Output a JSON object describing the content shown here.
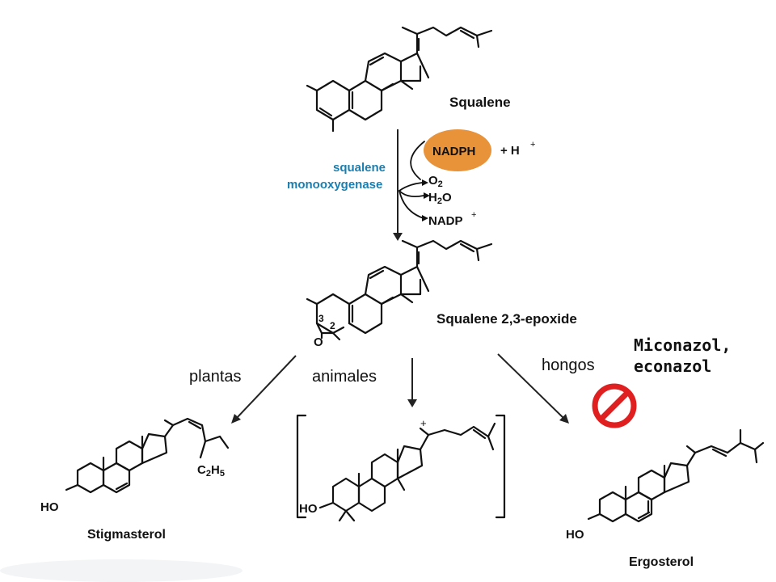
{
  "molecules": {
    "squalene": "Squalene",
    "epoxide": "Squalene 2,3-epoxide",
    "stigmasterol": "Stigmasterol",
    "ergosterol": "Ergosterol"
  },
  "reaction": {
    "enzyme_line1": "squalene",
    "enzyme_line2": "monooxygenase",
    "cofactor": "NADPH",
    "proton": "+ H",
    "proton_charge": "+",
    "oxygen": "O",
    "oxygen_sub": "2",
    "water_h": "H",
    "water_sub": "2",
    "water_o": "O",
    "nadp": "NADP",
    "nadp_charge": "+"
  },
  "atoms": {
    "epoxide_o": "O",
    "c3": "3",
    "c2": "2",
    "ho": "HO",
    "ethyl_c": "C",
    "ethyl_c_sub": "2",
    "ethyl_h": "H",
    "ethyl_h_sub": "5",
    "cation": "+"
  },
  "branches": {
    "plants": "plantas",
    "animals": "animales",
    "fungi": "hongos"
  },
  "drugs": {
    "line1": "Miconazol,",
    "line2": "econazol"
  },
  "colors": {
    "nadph_fill": "#e8923a",
    "enzyme_text": "#1a7fb0",
    "prohibition": "#e02020"
  }
}
